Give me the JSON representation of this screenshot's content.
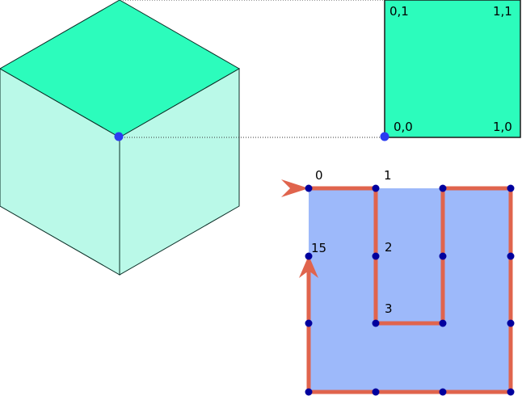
{
  "colors": {
    "cube_top": "#2cfcbc",
    "cube_left": "#baf9e8",
    "cube_right": "#baf9e8",
    "uv_square": "#2cfcbc",
    "grid_fill": "#9db9fa",
    "path_stroke": "#e0644d",
    "vertex_dot": "#00009e",
    "corner_dot": "#2b3cf0",
    "outline": "#0a2e26"
  },
  "uv_labels": {
    "top_left": "0,1",
    "top_right": "1,1",
    "bottom_left": "0,0",
    "bottom_right": "1,0"
  },
  "path_labels": {
    "v0": "0",
    "v1": "1",
    "v2": "2",
    "v3": "3",
    "v15": "15"
  },
  "icons": {
    "start_marker": "arrowhead-right-icon",
    "end_marker": "arrowhead-up-icon"
  }
}
